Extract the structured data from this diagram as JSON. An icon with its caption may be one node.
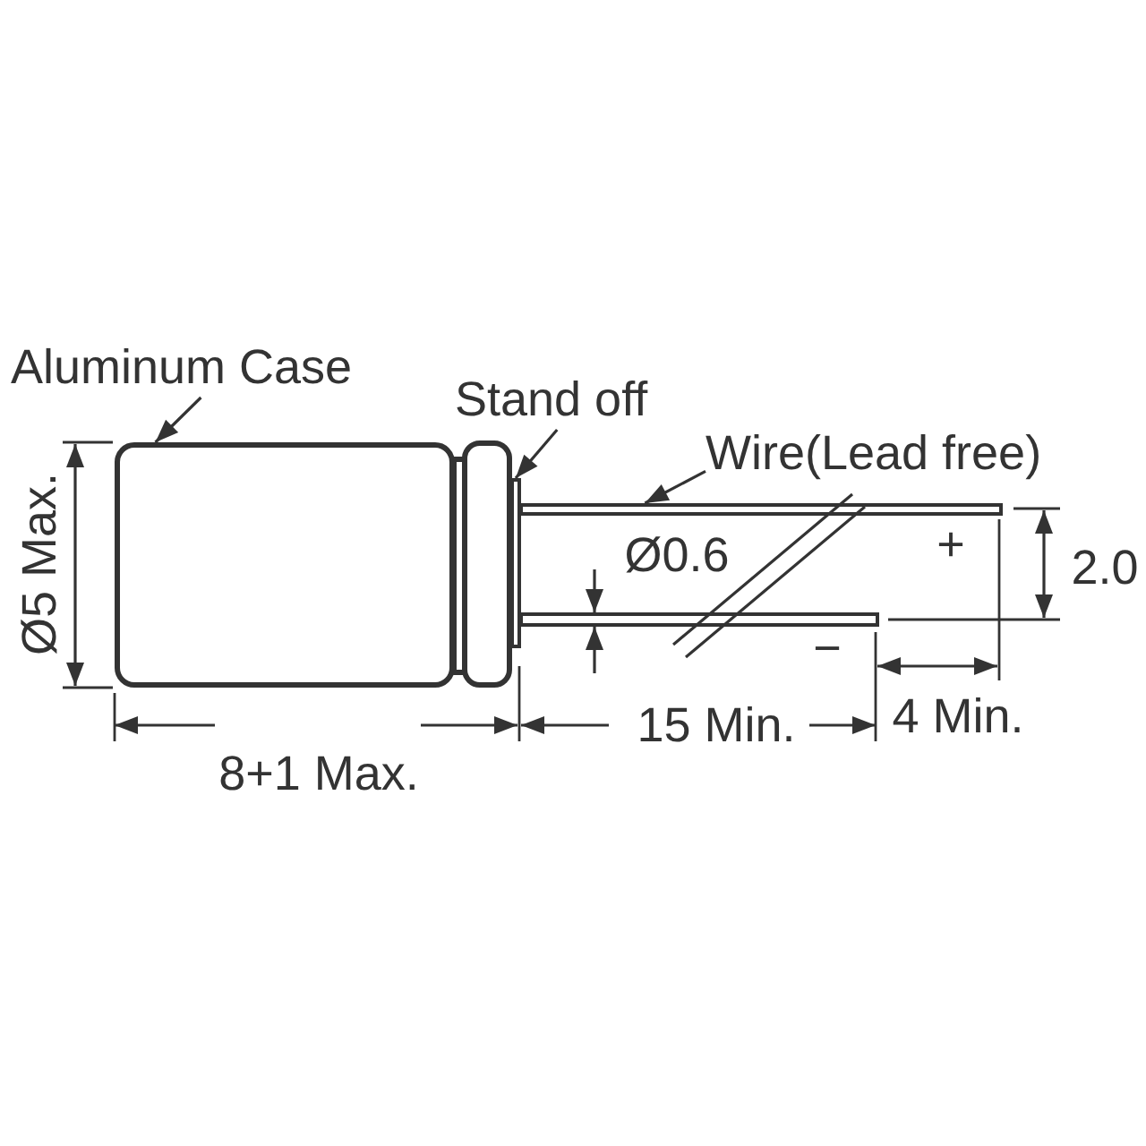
{
  "diagram": {
    "nodes": [
      {
        "text": [
          "Aluminum Case"
        ]
      },
      {
        "text": [
          "Stand off"
        ]
      },
      {
        "text": [
          "Wire(Lead free)"
        ]
      },
      {
        "text": [],
        "shape": "box"
      },
      {
        "text": [],
        "shape": "bar"
      },
      {
        "text": [],
        "shape": "bar",
        "beside": [
          "+"
        ]
      },
      {
        "text": [],
        "shape": "box"
      }
    ],
    "edges": [
      {
        "from": 0,
        "to": 3,
        "arrow": "to"
      },
      {
        "from": 1,
        "to": 4,
        "arrow": "to"
      },
      {
        "from": 2,
        "to": 5,
        "arrow": "to"
      }
    ],
    "labels": [
      "Ø5 Max.",
      "Ø0.6",
      "2.0",
      "−",
      "8+1 Max.",
      "15 Min.",
      "4 Min."
    ]
  }
}
